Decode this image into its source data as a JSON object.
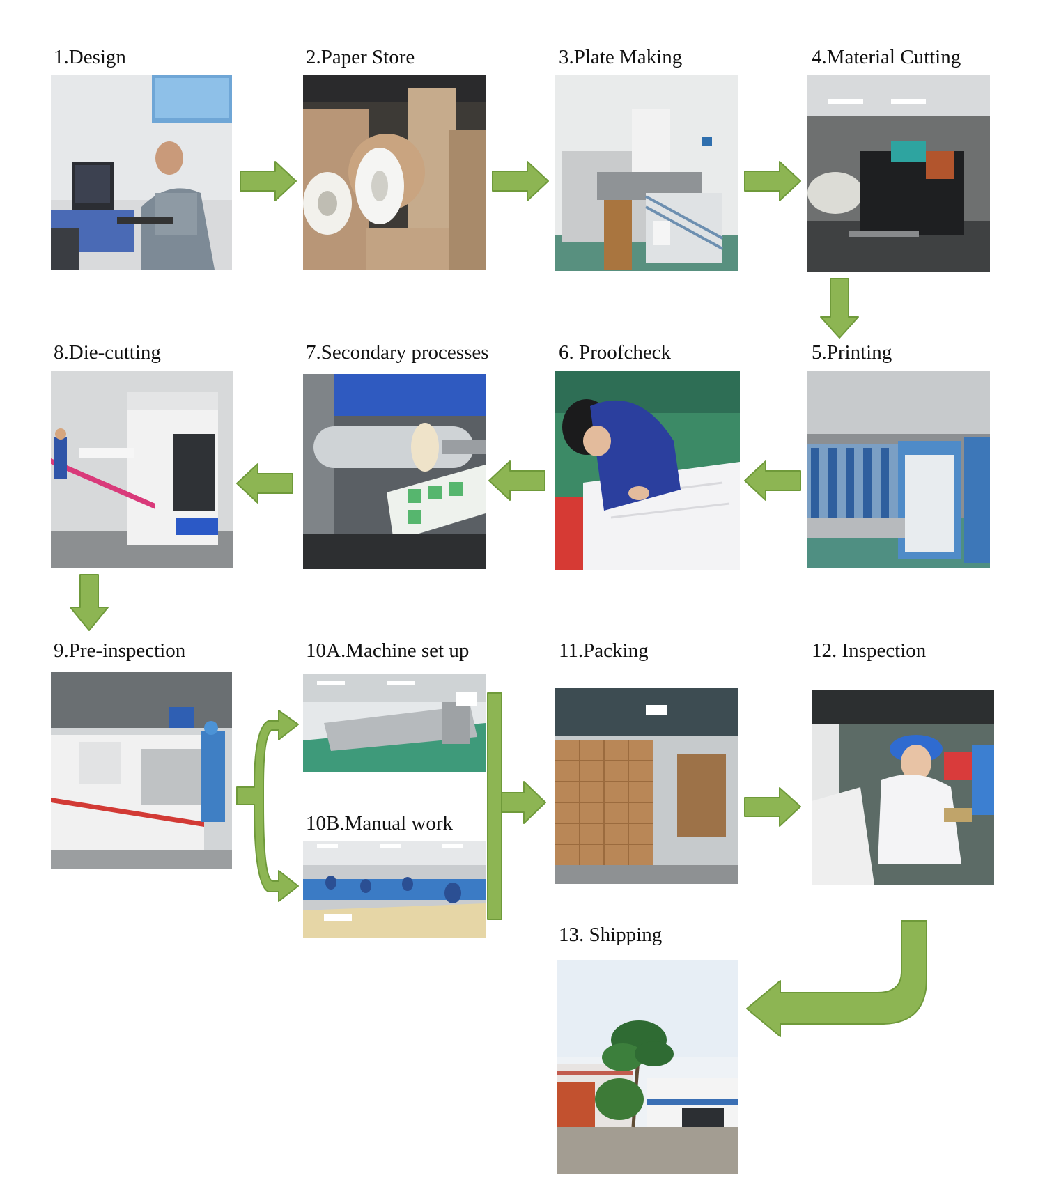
{
  "colors": {
    "arrow_fill": "#8db553",
    "arrow_stroke": "#6f9a3a"
  },
  "steps": [
    {
      "id": "s1",
      "label": "1.Design"
    },
    {
      "id": "s2",
      "label": "2.Paper Store"
    },
    {
      "id": "s3",
      "label": "3.Plate Making"
    },
    {
      "id": "s4",
      "label": "4.Material Cutting"
    },
    {
      "id": "s5",
      "label": "5.Printing"
    },
    {
      "id": "s6",
      "label": "6. Proofcheck"
    },
    {
      "id": "s7",
      "label": "7.Secondary processes"
    },
    {
      "id": "s8",
      "label": "8.Die-cutting"
    },
    {
      "id": "s9",
      "label": "9.Pre-inspection"
    },
    {
      "id": "s10a",
      "label": "10A.Machine set up"
    },
    {
      "id": "s10b",
      "label": "10B.Manual work"
    },
    {
      "id": "s11",
      "label": "11.Packing"
    },
    {
      "id": "s12",
      "label": "12. Inspection"
    },
    {
      "id": "s13",
      "label": "13. Shipping"
    }
  ]
}
